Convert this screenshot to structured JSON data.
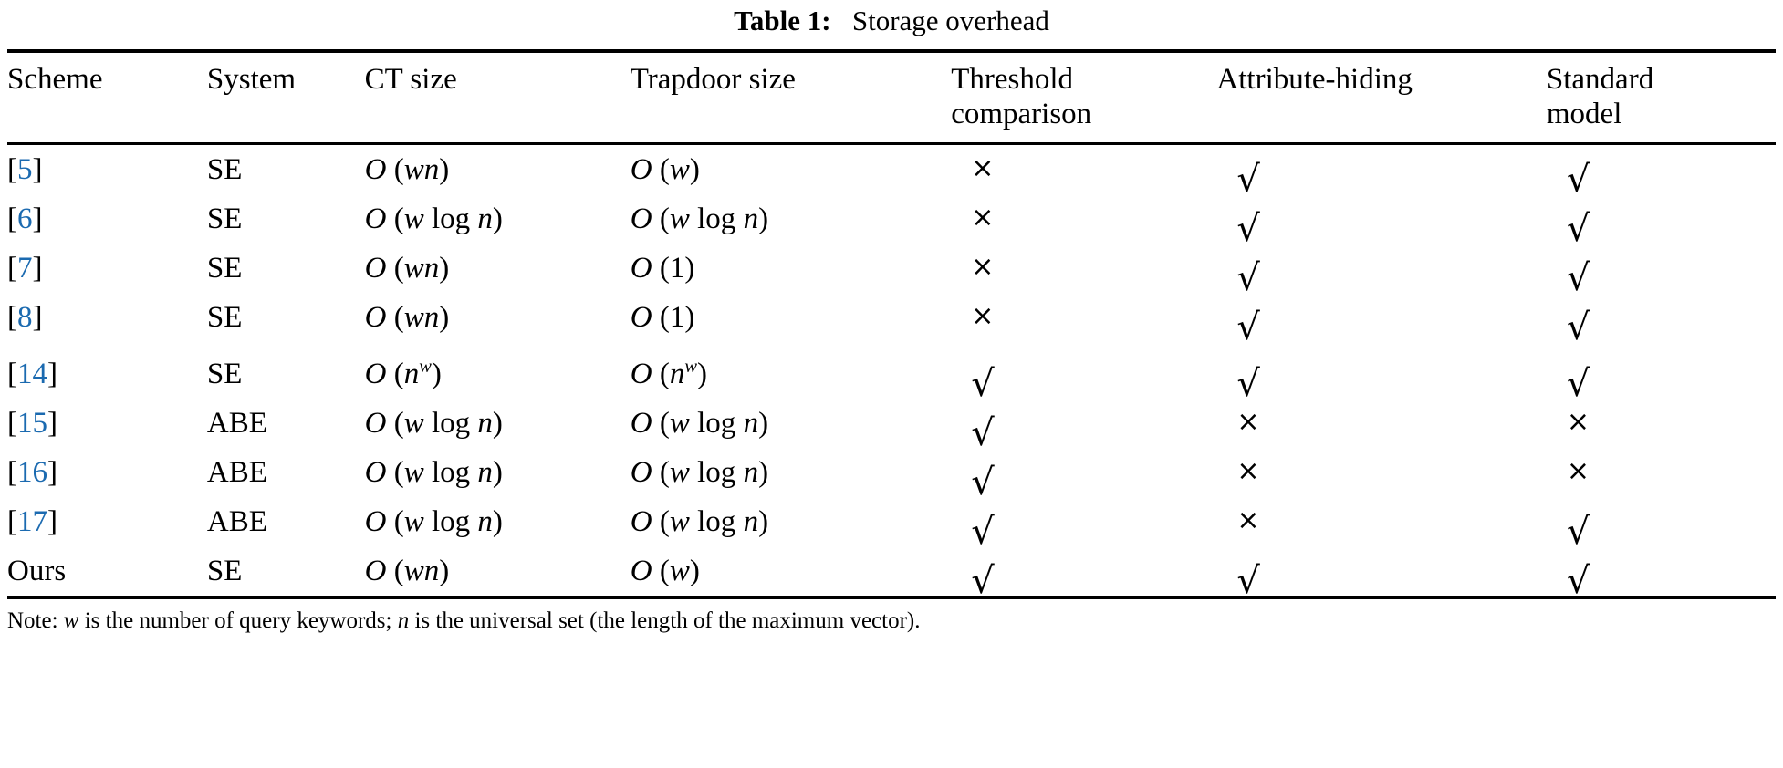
{
  "caption": {
    "label": "Table 1:",
    "text": "Storage overhead"
  },
  "table": {
    "headers": [
      {
        "line1": "Scheme",
        "line2": ""
      },
      {
        "line1": "System",
        "line2": ""
      },
      {
        "line1": "CT size",
        "line2": ""
      },
      {
        "line1": "Trapdoor size",
        "line2": ""
      },
      {
        "line1": "Threshold",
        "line2": "comparison"
      },
      {
        "line1": "Attribute-hiding",
        "line2": ""
      },
      {
        "line1": "Standard",
        "line2": "model"
      }
    ],
    "citation_color": "#1b6ab0",
    "check_glyph": "√",
    "cross_glyph": "×",
    "rows": [
      {
        "scheme_num": "5",
        "scheme": "[5]",
        "system": "SE",
        "ct_size": "O (wn)",
        "trapdoor_size": "O (w)",
        "threshold_comparison": "×",
        "attribute_hiding": "√",
        "standard_model": "√"
      },
      {
        "scheme_num": "6",
        "scheme": "[6]",
        "system": "SE",
        "ct_size": "O (w log n)",
        "trapdoor_size": "O (w log n)",
        "threshold_comparison": "×",
        "attribute_hiding": "√",
        "standard_model": "√"
      },
      {
        "scheme_num": "7",
        "scheme": "[7]",
        "system": "SE",
        "ct_size": "O (wn)",
        "trapdoor_size": "O (1)",
        "threshold_comparison": "×",
        "attribute_hiding": "√",
        "standard_model": "√"
      },
      {
        "scheme_num": "8",
        "scheme": "[8]",
        "system": "SE",
        "ct_size": "O (wn)",
        "trapdoor_size": "O (1)",
        "threshold_comparison": "×",
        "attribute_hiding": "√",
        "standard_model": "√"
      },
      {
        "scheme_num": "14",
        "scheme": "[14]",
        "system": "SE",
        "ct_size": "O (n^w)",
        "trapdoor_size": "O (n^w)",
        "threshold_comparison": "√",
        "attribute_hiding": "√",
        "standard_model": "√"
      },
      {
        "scheme_num": "15",
        "scheme": "[15]",
        "system": "ABE",
        "ct_size": "O (w log n)",
        "trapdoor_size": "O (w log n)",
        "threshold_comparison": "√",
        "attribute_hiding": "×",
        "standard_model": "×"
      },
      {
        "scheme_num": "16",
        "scheme": "[16]",
        "system": "ABE",
        "ct_size": "O (w log n)",
        "trapdoor_size": "O (w log n)",
        "threshold_comparison": "√",
        "attribute_hiding": "×",
        "standard_model": "×"
      },
      {
        "scheme_num": "17",
        "scheme": "[17]",
        "system": "ABE",
        "ct_size": "O (w log n)",
        "trapdoor_size": "O (w log n)",
        "threshold_comparison": "√",
        "attribute_hiding": "×",
        "standard_model": "√"
      },
      {
        "scheme_num": "",
        "scheme": "Ours",
        "system": "SE",
        "ct_size": "O (wn)",
        "trapdoor_size": "O (w)",
        "threshold_comparison": "√",
        "attribute_hiding": "√",
        "standard_model": "√"
      }
    ]
  },
  "footnote": {
    "prefix": "Note: ",
    "w": "w",
    "mid": " is the number of query keywords; ",
    "n": "n",
    "suffix": " is the universal set (the length of the maximum vector)."
  }
}
